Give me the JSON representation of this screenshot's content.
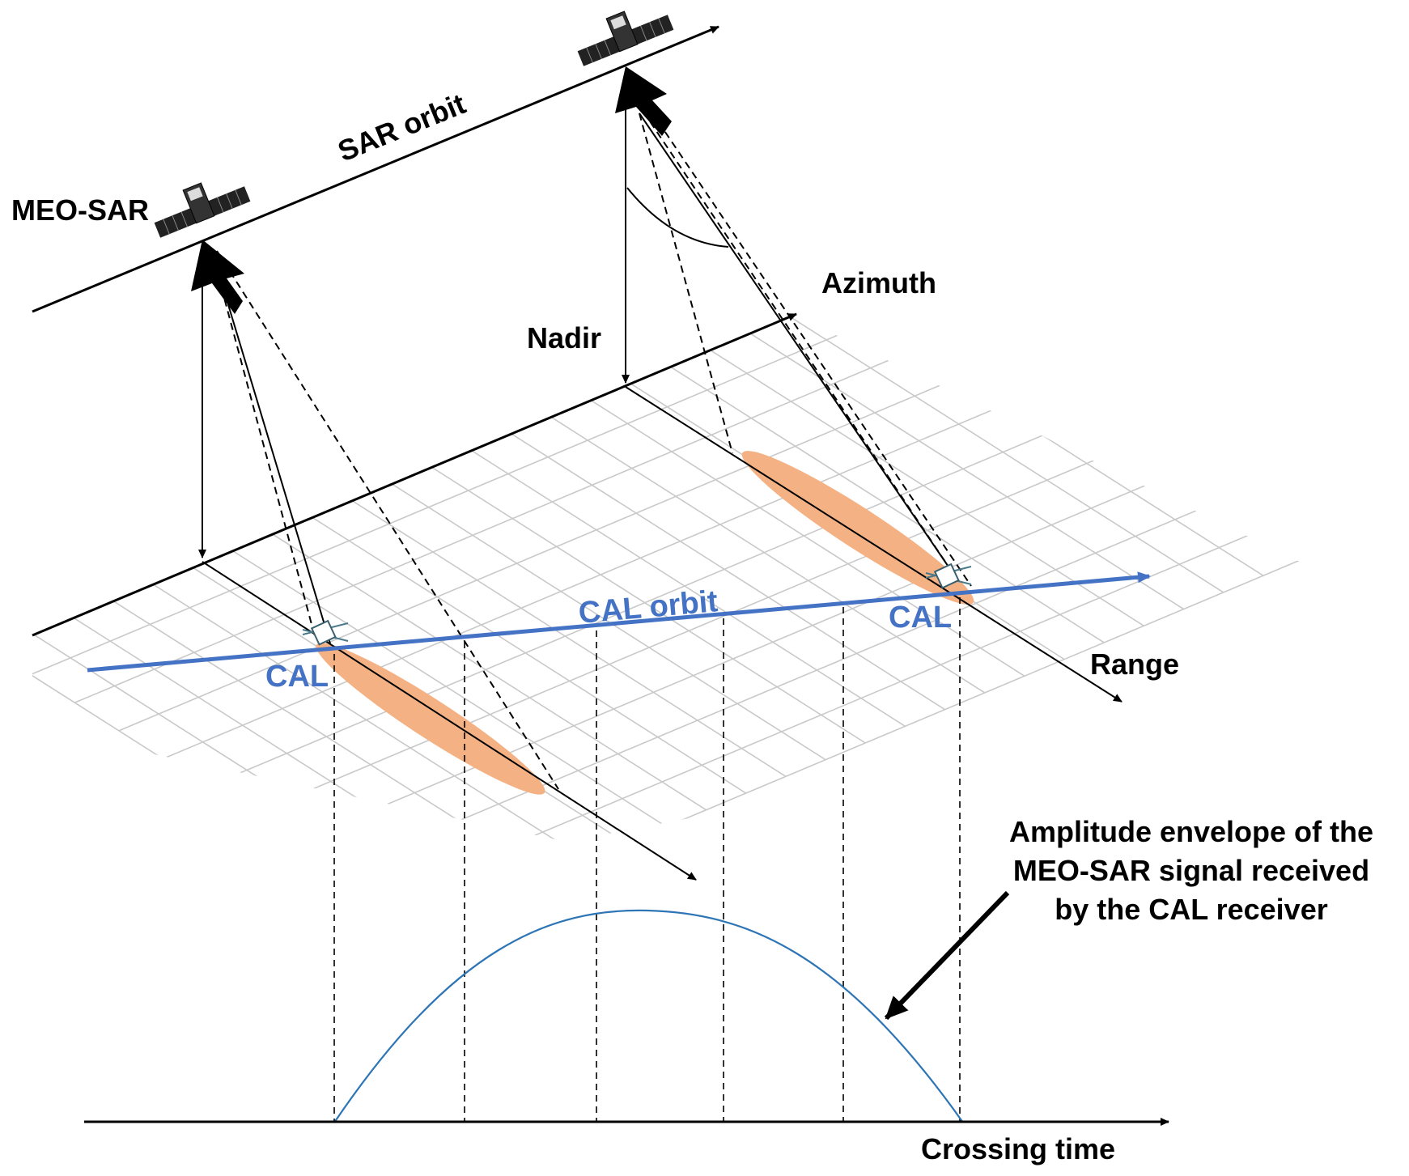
{
  "labels": {
    "sar_orbit": "SAR orbit",
    "meo_sar": "MEO-SAR",
    "azimuth": "Azimuth",
    "nadir": "Nadir",
    "cal_orbit": "CAL orbit",
    "cal_left": "CAL",
    "cal_right": "CAL",
    "range": "Range",
    "envelope_line1": "Amplitude envelope of the",
    "envelope_line2": "MEO-SAR signal received",
    "envelope_line3": "by the CAL receiver",
    "crossing_time": "Crossing time"
  },
  "colors": {
    "cal_orbit": "#4472c4",
    "envelope_curve": "#2e75b6",
    "footprint": "#f4b183",
    "grid": "#c9c9c9"
  },
  "icons": {
    "satellite": "meo-sar-satellite-icon",
    "cal": "cal-receiver-icon",
    "antenna": "antenna-beam-icon"
  }
}
